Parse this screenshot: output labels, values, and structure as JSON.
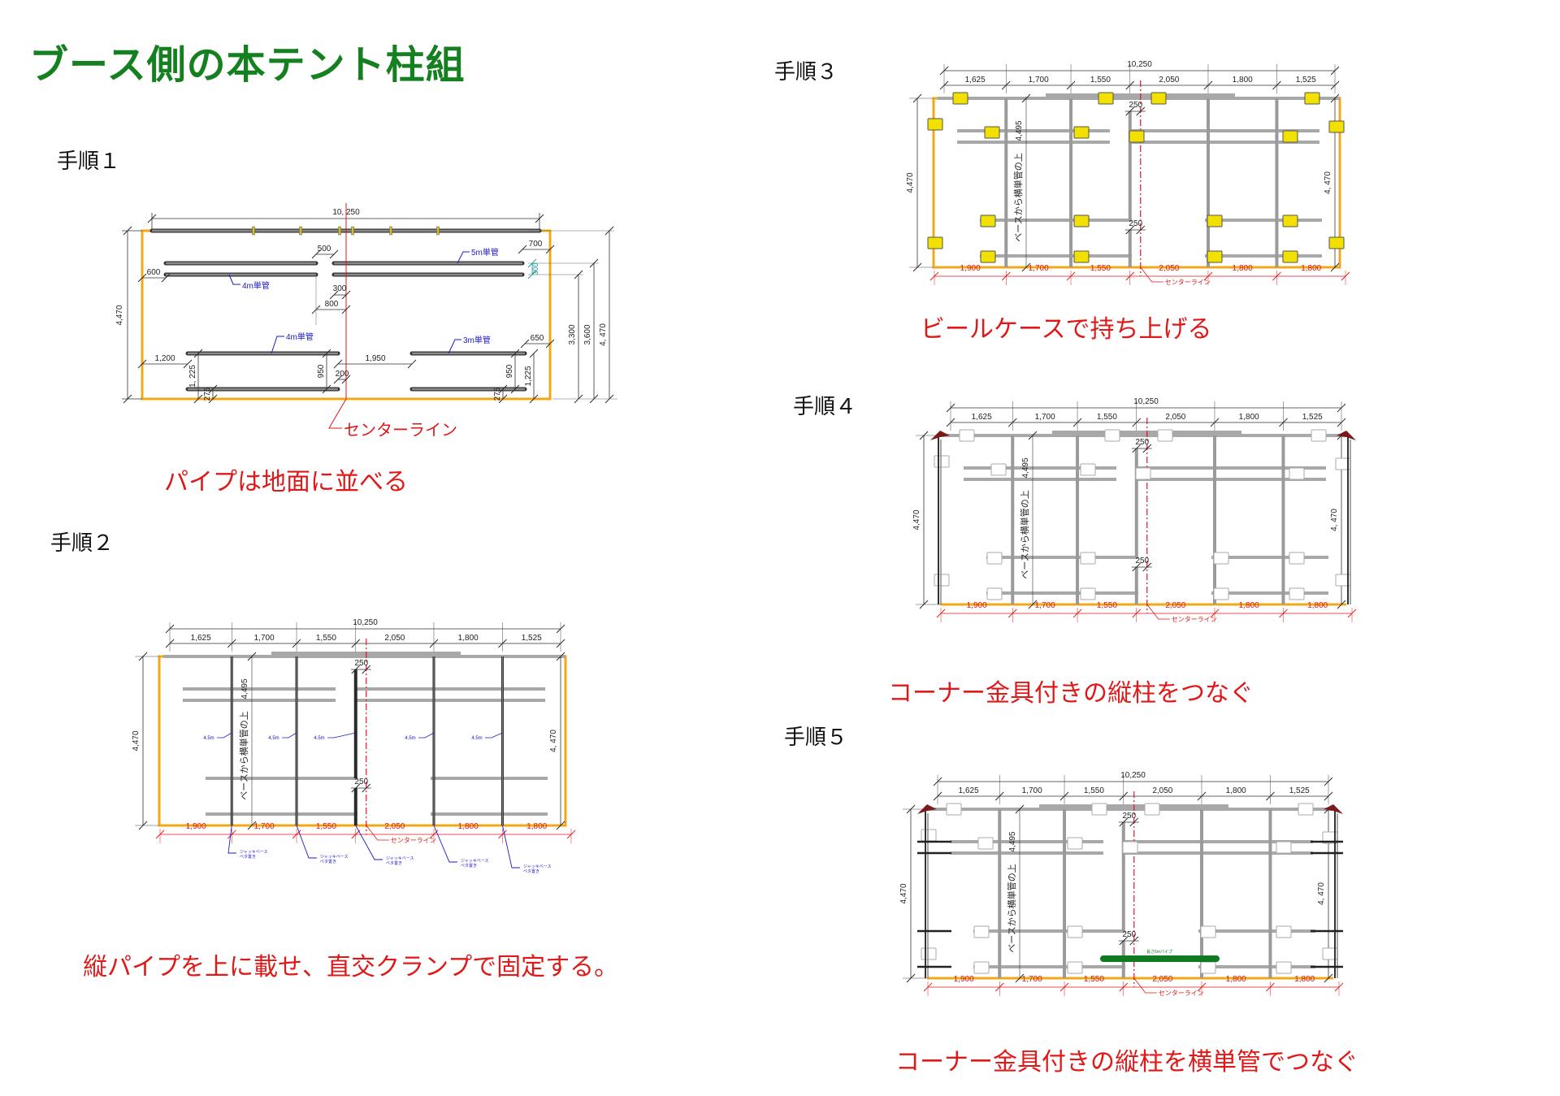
{
  "title": "ブース側の本テント柱組",
  "steps": [
    {
      "label": "手順１",
      "caption": "パイプは地面に並べる"
    },
    {
      "label": "手順２",
      "caption": "縦パイプを上に載せ、直交クランプで固定する。"
    },
    {
      "label": "手順３",
      "caption": "ビールケースで持ち上げる"
    },
    {
      "label": "手順４",
      "caption": "コーナー金具付きの縦柱をつなぐ"
    },
    {
      "label": "手順５",
      "caption": "コーナー金具付きの縦柱を横単管でつなぐ"
    }
  ],
  "step1": {
    "total_width": "10, 250",
    "depth_left": "4,470",
    "depth_right": "4, 470",
    "dim_3300": "3,300",
    "dim_3600": "3,600",
    "dim_500": "500",
    "dim_700": "700",
    "dim_600": "600",
    "dim_300": "300",
    "dim_300_green": "300",
    "dim_800": "800",
    "dim_1200": "1,200",
    "dim_1950": "1,950",
    "dim_650": "650",
    "dim_200": "200",
    "dim_950": "950",
    "dim_1225_left": "1, 225",
    "dim_1225_right": "1,225",
    "dim_275": "275",
    "pipe_5m": "5m単管",
    "pipe_4m": "4m単管",
    "pipe_3m": "3m単管",
    "centerline": "センターライン"
  },
  "frame": {
    "total_width": "10,250",
    "top_dims": [
      "1,625",
      "1,700",
      "1,550",
      "2,050",
      "1,800",
      "1,525"
    ],
    "bottom_dims": [
      "1,900",
      "1,700",
      "1,550",
      "2,050",
      "1,800",
      "1,800"
    ],
    "depth_left": "4,470",
    "depth_right": "4, 470",
    "post_height": "4,495",
    "post_height_note": "ベースから横単管の上",
    "gap": "250",
    "centerline": "センターライン"
  },
  "step2": {
    "pipe_length": "4.5m",
    "jack_base_line1": "ジャッキベース",
    "jack_base_line2": "ベタ置き"
  },
  "step5": {
    "green_pipe_label": "長さ5mパイプ"
  },
  "colors": {
    "title": "#15801f",
    "caption": "#e01818",
    "frame": "#f0a818",
    "centerline": "#e01818",
    "pipe_label": "#1a1acc",
    "beer_case": "#f2e000",
    "green_pipe": "#0f7a1f"
  }
}
